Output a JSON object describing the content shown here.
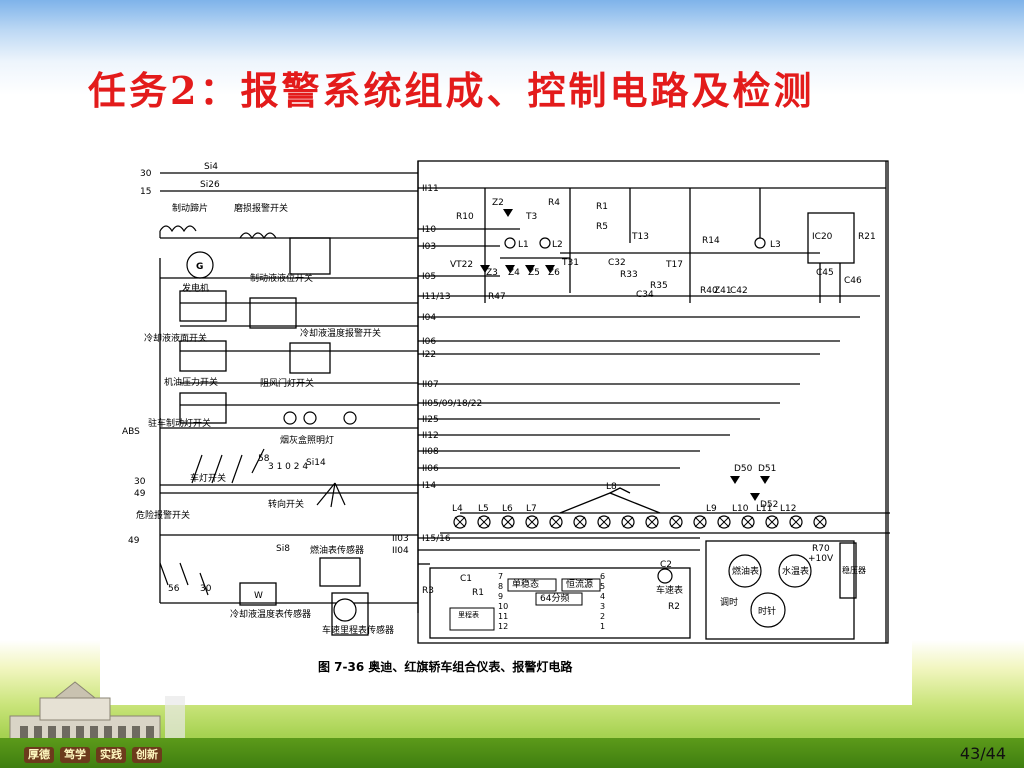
{
  "slide": {
    "title": "任务2：报警系统组成、控制电路及检测",
    "page_number": "43/44",
    "footer_slogans": [
      "厚德",
      "笃学",
      "实践",
      "创新"
    ]
  },
  "figure": {
    "caption": "图 7-36    奥迪、红旗轿车组合仪表、报警灯电路",
    "left_labels": {
      "t30": "30",
      "t15": "15",
      "si4": "Si4",
      "si26": "Si26",
      "brake_pad": "制动蹄片",
      "wear_switch": "磨损报警开关",
      "generator": "发电机",
      "gen_symbol": "G",
      "brake_fluid_switch": "制动液液位开关",
      "coolant_level_switch": "冷却液液面开关",
      "coolant_temp_switch": "冷却液温度报警开关",
      "oil_pressure_switch": "机油压力开关",
      "choke_switch": "阻风门灯开关",
      "parking_brake_switch": "驻车制动灯开关",
      "abs": "ABS",
      "ashtray_light": "烟灰盒照明灯",
      "light_switch": "车灯开关",
      "si14": "Si14",
      "turn_switch": "转向开关",
      "turn_switch_positions": "3 1 0 2 4",
      "t58": "58",
      "t30b": "30",
      "t49": "49",
      "hazard_switch": "危险报警开关",
      "t49b": "49",
      "si8": "Si8",
      "t56": "56",
      "t30c": "30",
      "coolant_temp_sensor": "冷却液温度表传感器",
      "w_label": "W",
      "fuel_sensor": "燃油表传感器",
      "speed_sensor": "车速里程表传感器"
    },
    "bus_labels": [
      "II11",
      "I10",
      "I03",
      "I05",
      "I11/13",
      "I04",
      "I06",
      "I22",
      "II07",
      "II05/09/18/22",
      "II25",
      "II12",
      "II08",
      "II06",
      "I14",
      "II03",
      "I15/16",
      "II04"
    ],
    "component_labels": {
      "r10": "R10",
      "z2": "Z2",
      "t3": "T3",
      "r4": "R4",
      "r1": "R1",
      "r5": "R5",
      "t13": "T13",
      "r14": "R14",
      "l3": "L3",
      "ic20": "IC20",
      "r21": "R21",
      "l1": "L1",
      "l2": "L2",
      "vt22": "VT22",
      "z3": "Z3",
      "z4": "Z4",
      "z5": "Z5",
      "z6": "Z6",
      "t31": "T31",
      "c32": "C32",
      "r33": "R33",
      "t17": "T17",
      "r35": "R35",
      "c34": "C34",
      "r40": "R40",
      "z41": "Z41",
      "c42": "C42",
      "c45": "C45",
      "c46": "C46",
      "r47": "R47",
      "l4": "L4",
      "l5": "L5",
      "l6": "L6",
      "l7": "L7",
      "l8": "L8",
      "l9": "L9",
      "l10": "L10",
      "l11": "L11",
      "l12": "L12",
      "d50": "D50",
      "d51": "D51",
      "d52": "D52",
      "r70": "R70",
      "plus10v": "+10V",
      "fuel_gauge": "燃油表",
      "temp_gauge": "水温表",
      "stabilizer": "稳压器",
      "clock_adjust": "调时",
      "clock_hands": "时针",
      "speedometer": "车速表",
      "c2": "C2",
      "r2": "R2",
      "r3": "R3",
      "c1": "C1",
      "r1b": "R1",
      "monostable": "单稳态",
      "constant_current": "恒流源",
      "divider64": "64分频",
      "odometer": "里程表",
      "ic_pins_left": [
        "7",
        "8",
        "9",
        "10",
        "11",
        "12"
      ],
      "ic_pins_right": [
        "6",
        "5",
        "4",
        "3",
        "2",
        "1"
      ]
    }
  }
}
